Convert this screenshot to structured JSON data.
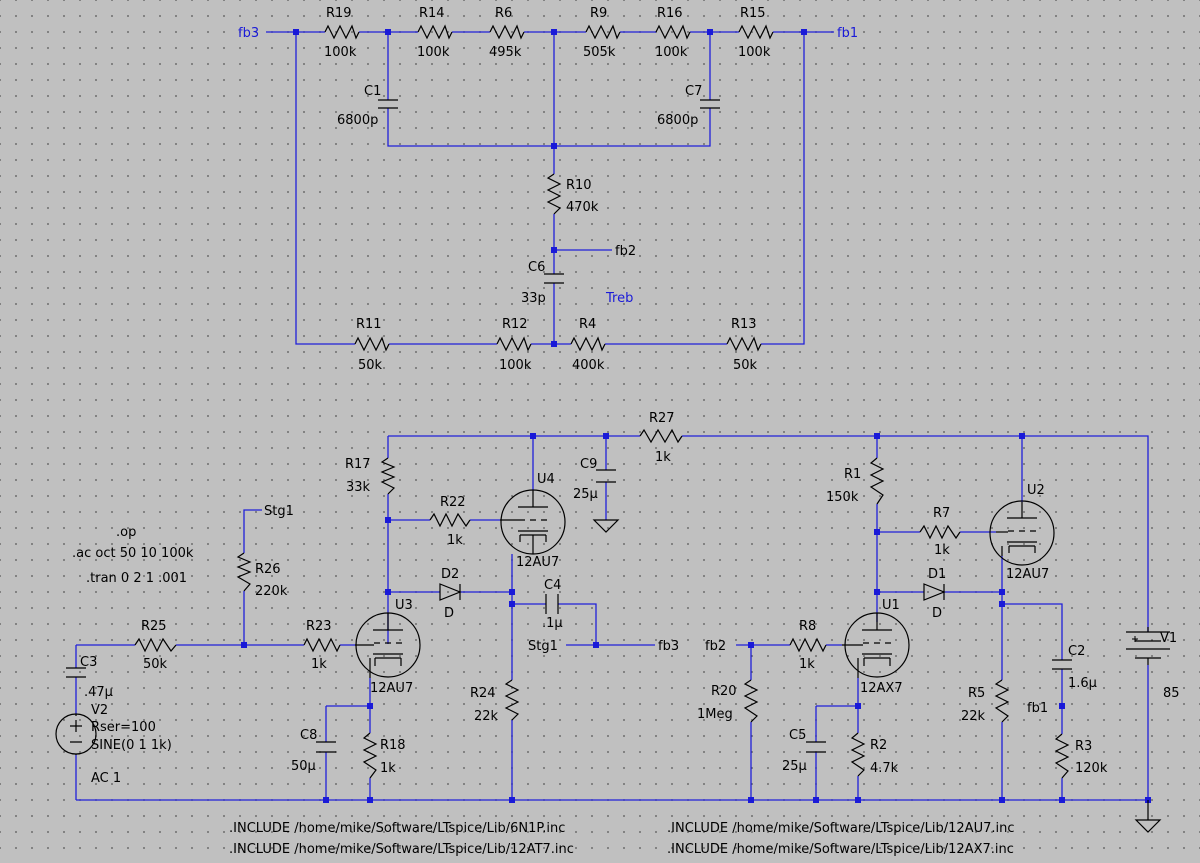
{
  "labels": [
    {
      "id": "fb3-left",
      "text": "fb3"
    },
    {
      "id": "fb1-right",
      "text": "fb1"
    },
    {
      "id": "fb2-mid",
      "text": "fb2"
    },
    {
      "id": "fb2-u1",
      "text": "fb2"
    },
    {
      "id": "fb1-r3",
      "text": "fb1"
    },
    {
      "id": "fb3-c4",
      "text": "fb3"
    },
    {
      "id": "stg1-top",
      "text": "Stg1"
    },
    {
      "id": "stg1-c4",
      "text": "Stg1"
    },
    {
      "id": "treb",
      "text": "Treb"
    }
  ],
  "resistors": [
    {
      "ref": "R19",
      "value": "100k"
    },
    {
      "ref": "R14",
      "value": "100k"
    },
    {
      "ref": "R6",
      "value": "495k"
    },
    {
      "ref": "R9",
      "value": "505k"
    },
    {
      "ref": "R16",
      "value": "100k"
    },
    {
      "ref": "R15",
      "value": "100k"
    },
    {
      "ref": "R10",
      "value": "470k"
    },
    {
      "ref": "R11",
      "value": "50k"
    },
    {
      "ref": "R12",
      "value": "100k"
    },
    {
      "ref": "R4",
      "value": "400k"
    },
    {
      "ref": "R13",
      "value": "50k"
    },
    {
      "ref": "R27",
      "value": "1k"
    },
    {
      "ref": "R17",
      "value": "33k"
    },
    {
      "ref": "R22",
      "value": "1k"
    },
    {
      "ref": "R1",
      "value": "150k"
    },
    {
      "ref": "R7",
      "value": "1k"
    },
    {
      "ref": "R26",
      "value": "220k"
    },
    {
      "ref": "R25",
      "value": "50k"
    },
    {
      "ref": "R23",
      "value": "1k"
    },
    {
      "ref": "R24",
      "value": "22k"
    },
    {
      "ref": "R18",
      "value": "1k"
    },
    {
      "ref": "R8",
      "value": "1k"
    },
    {
      "ref": "R20",
      "value": "1Meg"
    },
    {
      "ref": "R2",
      "value": "4.7k"
    },
    {
      "ref": "R5",
      "value": "22k"
    },
    {
      "ref": "R3",
      "value": "120k"
    }
  ],
  "capacitors": [
    {
      "ref": "C1",
      "value": "6800p"
    },
    {
      "ref": "C7",
      "value": "6800p"
    },
    {
      "ref": "C6",
      "value": "33p"
    },
    {
      "ref": "C9",
      "value": "25µ"
    },
    {
      "ref": "C4",
      "value": ".1µ"
    },
    {
      "ref": "C3",
      "value": ".47µ"
    },
    {
      "ref": "C8",
      "value": "50µ"
    },
    {
      "ref": "C5",
      "value": "25µ"
    },
    {
      "ref": "C2",
      "value": "1.6µ"
    }
  ],
  "tubes": [
    {
      "ref": "U4",
      "model": "12AU7"
    },
    {
      "ref": "U2",
      "model": "12AU7"
    },
    {
      "ref": "U3",
      "model": "12AU7"
    },
    {
      "ref": "U1",
      "model": "12AX7"
    }
  ],
  "diodes": [
    {
      "ref": "D2",
      "model": "D"
    },
    {
      "ref": "D1",
      "model": "D"
    }
  ],
  "sources": {
    "v1": {
      "ref": "V1",
      "value": "85"
    },
    "v2": {
      "ref": "V2",
      "line1": "Rser=100",
      "line2": "SINE(0 1 1k)",
      "line3": "AC 1"
    }
  },
  "directives": [
    ".op",
    ".ac oct 50 10 100k",
    ".tran 0 2 1 .001"
  ],
  "includes": [
    ".INCLUDE /home/mike/Software/LTspice/Lib/6N1P.inc",
    ".INCLUDE /home/mike/Software/LTspice/Lib/12AU7.inc",
    ".INCLUDE /home/mike/Software/LTspice/Lib/12AT7.inc",
    ".INCLUDE /home/mike/Software/LTspice/Lib/12AX7.inc"
  ],
  "colors": {
    "wire": "#2020d8",
    "component": "#000000",
    "background": "#c0c0c0",
    "grid_dot": "#6e6e6e"
  }
}
